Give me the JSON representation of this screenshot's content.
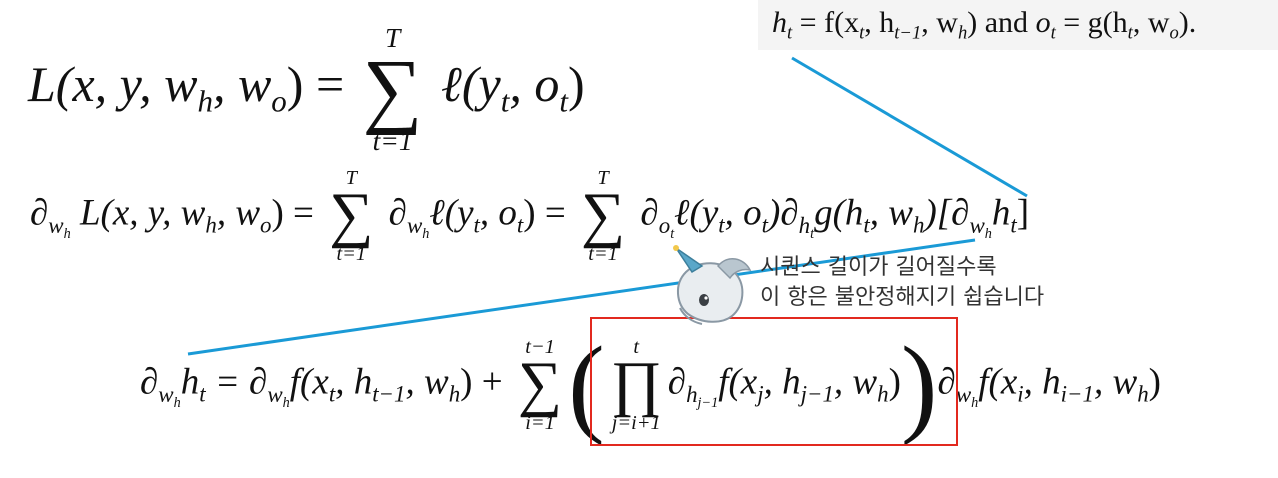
{
  "note": {
    "lhs1": "h",
    "lhs1_sub": "t",
    "rhs1": "= f(x",
    "rhs1_sub": "t",
    "rhs1b": ", h",
    "rhs1b_sub": "t−1",
    "rhs1c": ", w",
    "rhs1c_sub": "h",
    "rhs1d": ")",
    "connector": "and",
    "lhs2": "o",
    "lhs2_sub": "t",
    "rhs2": "= g(h",
    "rhs2_sub": "t",
    "rhs2b": ", w",
    "rhs2b_sub": "o",
    "rhs2c": ")."
  },
  "eq1": {
    "lhs": "L(x, y, w",
    "lhs_sub1": "h",
    "lhs_mid": ", w",
    "lhs_sub2": "o",
    "lhs_end": ") =",
    "sum_top": "T",
    "sum_bot": "t=1",
    "term": "ℓ(y",
    "term_sub1": "t",
    "term_mid": ", o",
    "term_sub2": "t",
    "term_end": ")"
  },
  "eq2": {
    "part1": "∂",
    "part1_sub": "w",
    "part1_subsub": "h",
    "part2": " L(x, y, w",
    "part2_sub": "h",
    "part3": ", w",
    "part3_sub": "o",
    "part4": ") =",
    "sumA_top": "T",
    "sumA_bot": "t=1",
    "part5": "∂",
    "part5_sub": "w",
    "part5_subsub": "h",
    "part6": "ℓ(y",
    "part6_sub": "t",
    "part7": ", o",
    "part7_sub": "t",
    "part8": ") =",
    "sumB_top": "T",
    "sumB_bot": "t=1",
    "part9": "∂",
    "part9_sub": "o",
    "part9_subsub": "t",
    "part10": "ℓ(y",
    "part10_sub": "t",
    "part11": ", o",
    "part11_sub": "t",
    "part12": ")∂",
    "part12_sub": "h",
    "part12_subsub": "t",
    "part13": "g(h",
    "part13_sub": "t",
    "part14": ", w",
    "part14_sub": "h",
    "part15": ")[∂",
    "part15_sub": "w",
    "part15_subsub": "h",
    "part16": "h",
    "part16_sub": "t",
    "part17": "]"
  },
  "eq3": {
    "lhsA": "∂",
    "lhsA_sub": "w",
    "lhsA_subsub": "h",
    "lhsB": "h",
    "lhsB_sub": "t",
    "eqA": " = ∂",
    "eqA_sub": "w",
    "eqA_subsub": "h",
    "eqB": "f(x",
    "eqB_sub": "t",
    "eqC": ", h",
    "eqC_sub": "t−1",
    "eqD": ", w",
    "eqD_sub": "h",
    "eqE": ") +",
    "sum_top": "t−1",
    "sum_bot": "i=1",
    "prod_top": "t",
    "prod_bot": "j=i+1",
    "inA": "∂",
    "inA_sub": "h",
    "inA_subsub": "j−1",
    "inB": "f(x",
    "inB_sub": "j",
    "inC": ", h",
    "inC_sub": "j−1",
    "inD": ", w",
    "inD_sub": "h",
    "inE": ")",
    "outA": "∂",
    "outA_sub": "w",
    "outA_subsub": "h",
    "outB": "f(x",
    "outB_sub": "i",
    "outC": ", h",
    "outC_sub": "i−1",
    "outD": ", w",
    "outD_sub": "h",
    "outE": ")"
  },
  "callout": {
    "line1": "시퀀스 길이가 길어질수록",
    "line2": "이 항은 불안정해지기 쉽습니다"
  },
  "colors": {
    "pointer_line": "#1a9ad6",
    "highlight_box": "#e2291f",
    "note_background": "#f4f4f4"
  },
  "icons": {
    "mascot": "unicorn-mascot-icon"
  }
}
